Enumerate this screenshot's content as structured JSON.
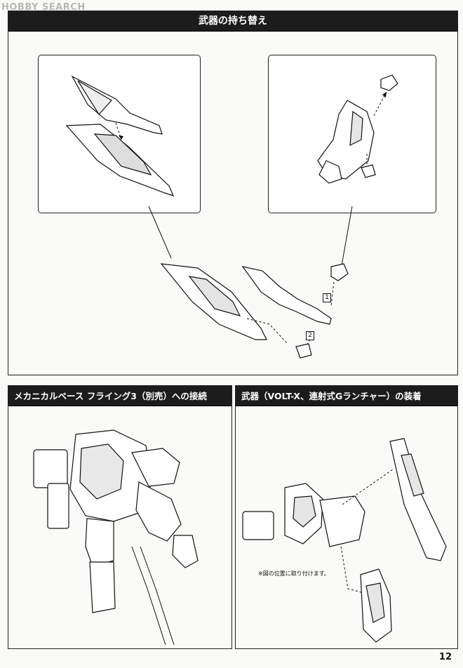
{
  "watermark": "HOBBY SEARCH",
  "sections": {
    "weapon_swap": {
      "title": "武器の持ち替え"
    },
    "base_connection": {
      "title": "メカニカルベース フライング3（別売）への接続"
    },
    "weapon_mount": {
      "title": "武器（VOLT-X、連射式Gランチャー）の装着"
    }
  },
  "steps": {
    "one": "1",
    "two": "2"
  },
  "mount_note": "※図の位置に取り付けます。",
  "page_number": "12"
}
